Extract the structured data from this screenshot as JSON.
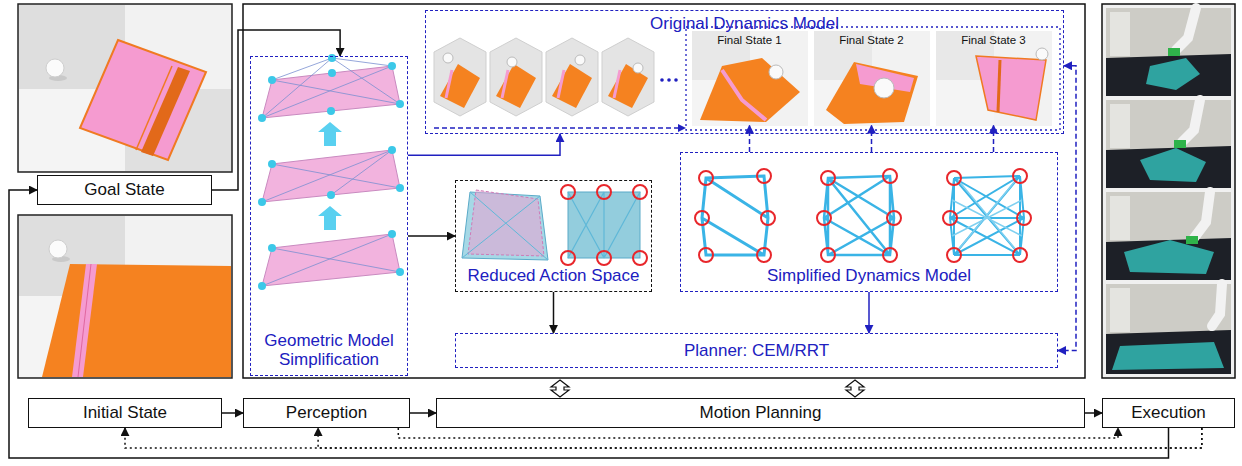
{
  "diagram": {
    "nodes": [
      {
        "text": [
          "Goal State"
        ]
      },
      {
        "text": [
          "Original Dynamics Model"
        ]
      },
      {
        "text": [
          "Final State 1"
        ],
        "in": 1
      },
      {
        "text": [
          "Final State 2"
        ],
        "in": 1
      },
      {
        "text": [
          "Final State 3"
        ],
        "in": 1
      },
      {
        "text": [
          "Geometric Model Simplification"
        ]
      },
      {
        "text": [
          "Reduced Action Space"
        ]
      },
      {
        "text": [
          "Simplified Dynamics Model"
        ]
      },
      {
        "text": [
          "Planner: CEM/RRT"
        ]
      },
      {
        "text": [
          "Initial State"
        ]
      },
      {
        "text": [
          "Perception"
        ]
      },
      {
        "text": [
          "Motion Planning"
        ]
      },
      {
        "text": [
          "Execution"
        ]
      }
    ],
    "edges": [
      {
        "from": 0,
        "to": 5,
        "arrow": "to"
      },
      {
        "from": 12,
        "to": 0,
        "arrow": "to"
      },
      {
        "from": 9,
        "to": 10,
        "arrow": "to"
      },
      {
        "from": 10,
        "to": 11,
        "arrow": "to"
      },
      {
        "from": 11,
        "to": 12,
        "arrow": "to"
      },
      {
        "from": 12,
        "to": 9,
        "arrow": "to"
      },
      {
        "from": 12,
        "to": 10,
        "arrow": "to"
      },
      {
        "from": 10,
        "to": 12,
        "arrow": "to"
      },
      {
        "from": 5,
        "to": 6,
        "arrow": "to"
      },
      {
        "from": 5,
        "to": 1,
        "arrow": "to"
      },
      {
        "from": 7,
        "to": 2,
        "arrow": "to"
      },
      {
        "from": 7,
        "to": 3,
        "arrow": "to"
      },
      {
        "from": 7,
        "to": 4,
        "arrow": "to"
      },
      {
        "from": 6,
        "to": 8,
        "arrow": "to"
      },
      {
        "from": 7,
        "to": 8,
        "arrow": "to"
      },
      {
        "from": 1,
        "to": 8,
        "arrow": "both"
      }
    ]
  }
}
